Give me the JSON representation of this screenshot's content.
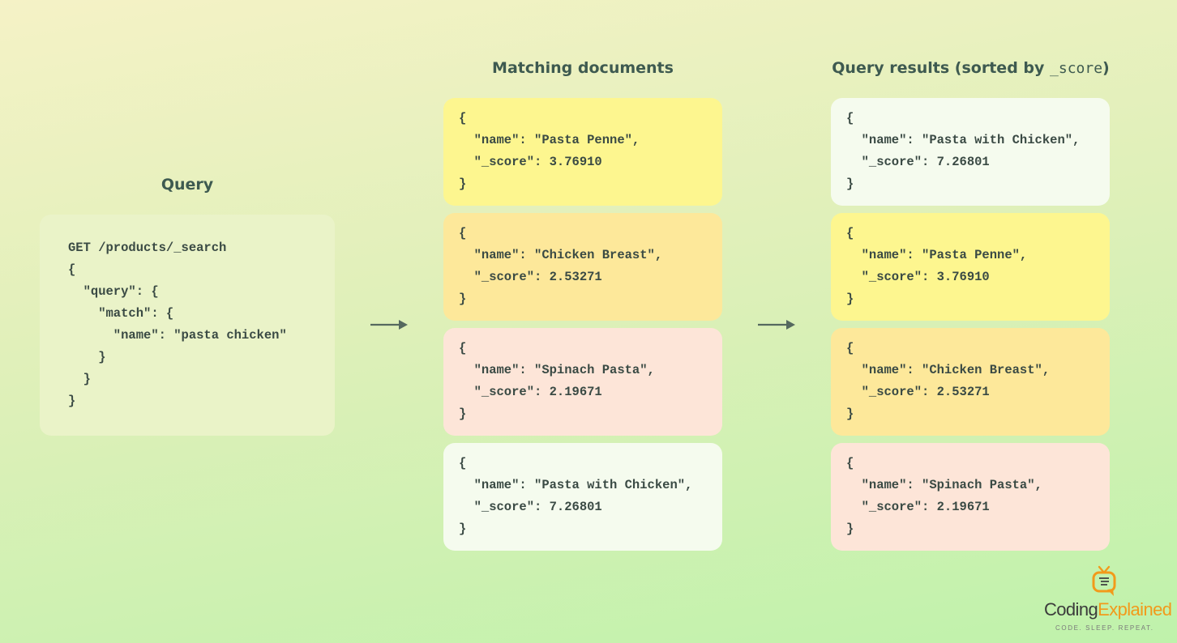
{
  "headings": {
    "query": "Query",
    "matching": "Matching documents",
    "results_prefix": "Query results (sorted by ",
    "results_code": "_score",
    "results_suffix": ")"
  },
  "query_lines": [
    "GET /products/_search",
    "{",
    "  \"query\": {",
    "    \"match\": {",
    "      \"name\": \"pasta chicken\"",
    "    }",
    "  }",
    "}"
  ],
  "matching_documents": [
    {
      "color": "#fdf68f",
      "lines": [
        "{",
        "  \"name\": \"Pasta Penne\",",
        "  \"_score\": 3.76910",
        "}"
      ]
    },
    {
      "color": "#fde89a",
      "lines": [
        "{",
        "  \"name\": \"Chicken Breast\",",
        "  \"_score\": 2.53271",
        "}"
      ]
    },
    {
      "color": "#fde5d8",
      "lines": [
        "{",
        "  \"name\": \"Spinach Pasta\",",
        "  \"_score\": 2.19671",
        "}"
      ]
    },
    {
      "color": "#f5fbee",
      "lines": [
        "{",
        "  \"name\": \"Pasta with Chicken\",",
        "  \"_score\": 7.26801",
        "}"
      ]
    }
  ],
  "query_results": [
    {
      "color": "#f5fbee",
      "lines": [
        "{",
        "  \"name\": \"Pasta with Chicken\",",
        "  \"_score\": 7.26801",
        "}"
      ]
    },
    {
      "color": "#fdf68f",
      "lines": [
        "{",
        "  \"name\": \"Pasta Penne\",",
        "  \"_score\": 3.76910",
        "}"
      ]
    },
    {
      "color": "#fde89a",
      "lines": [
        "{",
        "  \"name\": \"Chicken Breast\",",
        "  \"_score\": 2.53271",
        "}"
      ]
    },
    {
      "color": "#fde5d8",
      "lines": [
        "{",
        "  \"name\": \"Spinach Pasta\",",
        "  \"_score\": 2.19671",
        "}"
      ]
    }
  ],
  "logo": {
    "word1": "Coding",
    "word2": "Explained",
    "tagline": "CODE. SLEEP. REPEAT."
  }
}
